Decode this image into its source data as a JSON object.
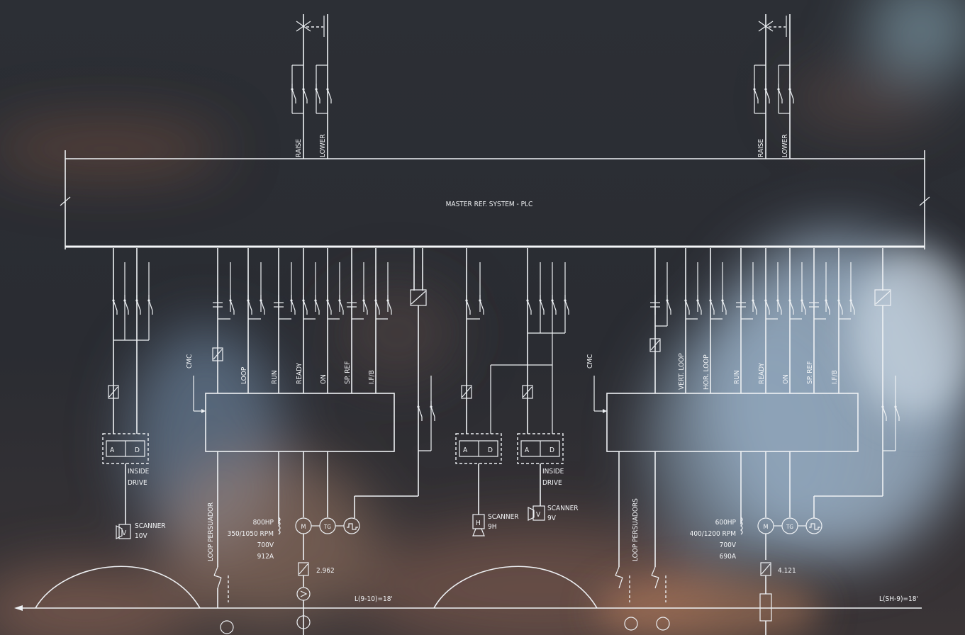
{
  "diagram": {
    "plc_label": "MASTER REF. SYSTEM - PLC",
    "left_controls": {
      "raise": "RAISE",
      "lower": "LOWER"
    },
    "right_controls": {
      "raise": "RAISE",
      "lower": "LOWER"
    },
    "left_drive": {
      "cmc": "CMC",
      "signals": [
        "LOOP",
        "RUN",
        "READY",
        "ON",
        "SP. REF",
        "I.F/B"
      ],
      "motor": [
        "800HP",
        "350/1050 RPM",
        "700V",
        "912A"
      ],
      "ratio": "2.962",
      "persuader": "LOOP PERSUADOR",
      "loop_length": "L(9-10)=18'"
    },
    "right_drive": {
      "cmc": "CMC",
      "signals": [
        "VERT. LOOP",
        "HOR. LOOP",
        "RUN",
        "READY",
        "ON",
        "SP. REF",
        "I.F/B"
      ],
      "motor": [
        "600HP",
        "400/1200 RPM",
        "700V",
        "690A"
      ],
      "ratio": "4.121",
      "persuader": "LOOP PERSUADORS",
      "loop_length": "L(SH-9)=18'"
    },
    "scanners": [
      {
        "letter": "V",
        "label": [
          "SCANNER",
          "10V"
        ]
      },
      {
        "letter": "H",
        "label": [
          "SCANNER",
          "9H"
        ]
      },
      {
        "letter": "V",
        "label": [
          "SCANNER",
          "9V"
        ]
      }
    ],
    "ad_boxes": [
      {
        "a": "A",
        "d": "D",
        "note": [
          "INSIDE",
          "DRIVE"
        ]
      },
      {
        "a": "A",
        "d": "D",
        "note": []
      },
      {
        "a": "A",
        "d": "D",
        "note": [
          "INSIDE",
          "DRIVE"
        ]
      }
    ],
    "motor_symbols": {
      "motor": "M",
      "tach": "TG"
    }
  },
  "colors": {
    "line": "#eef1f4",
    "background": "#2a2d33",
    "accent_glow": "#a9c2d9",
    "warm": "#c08a68"
  }
}
